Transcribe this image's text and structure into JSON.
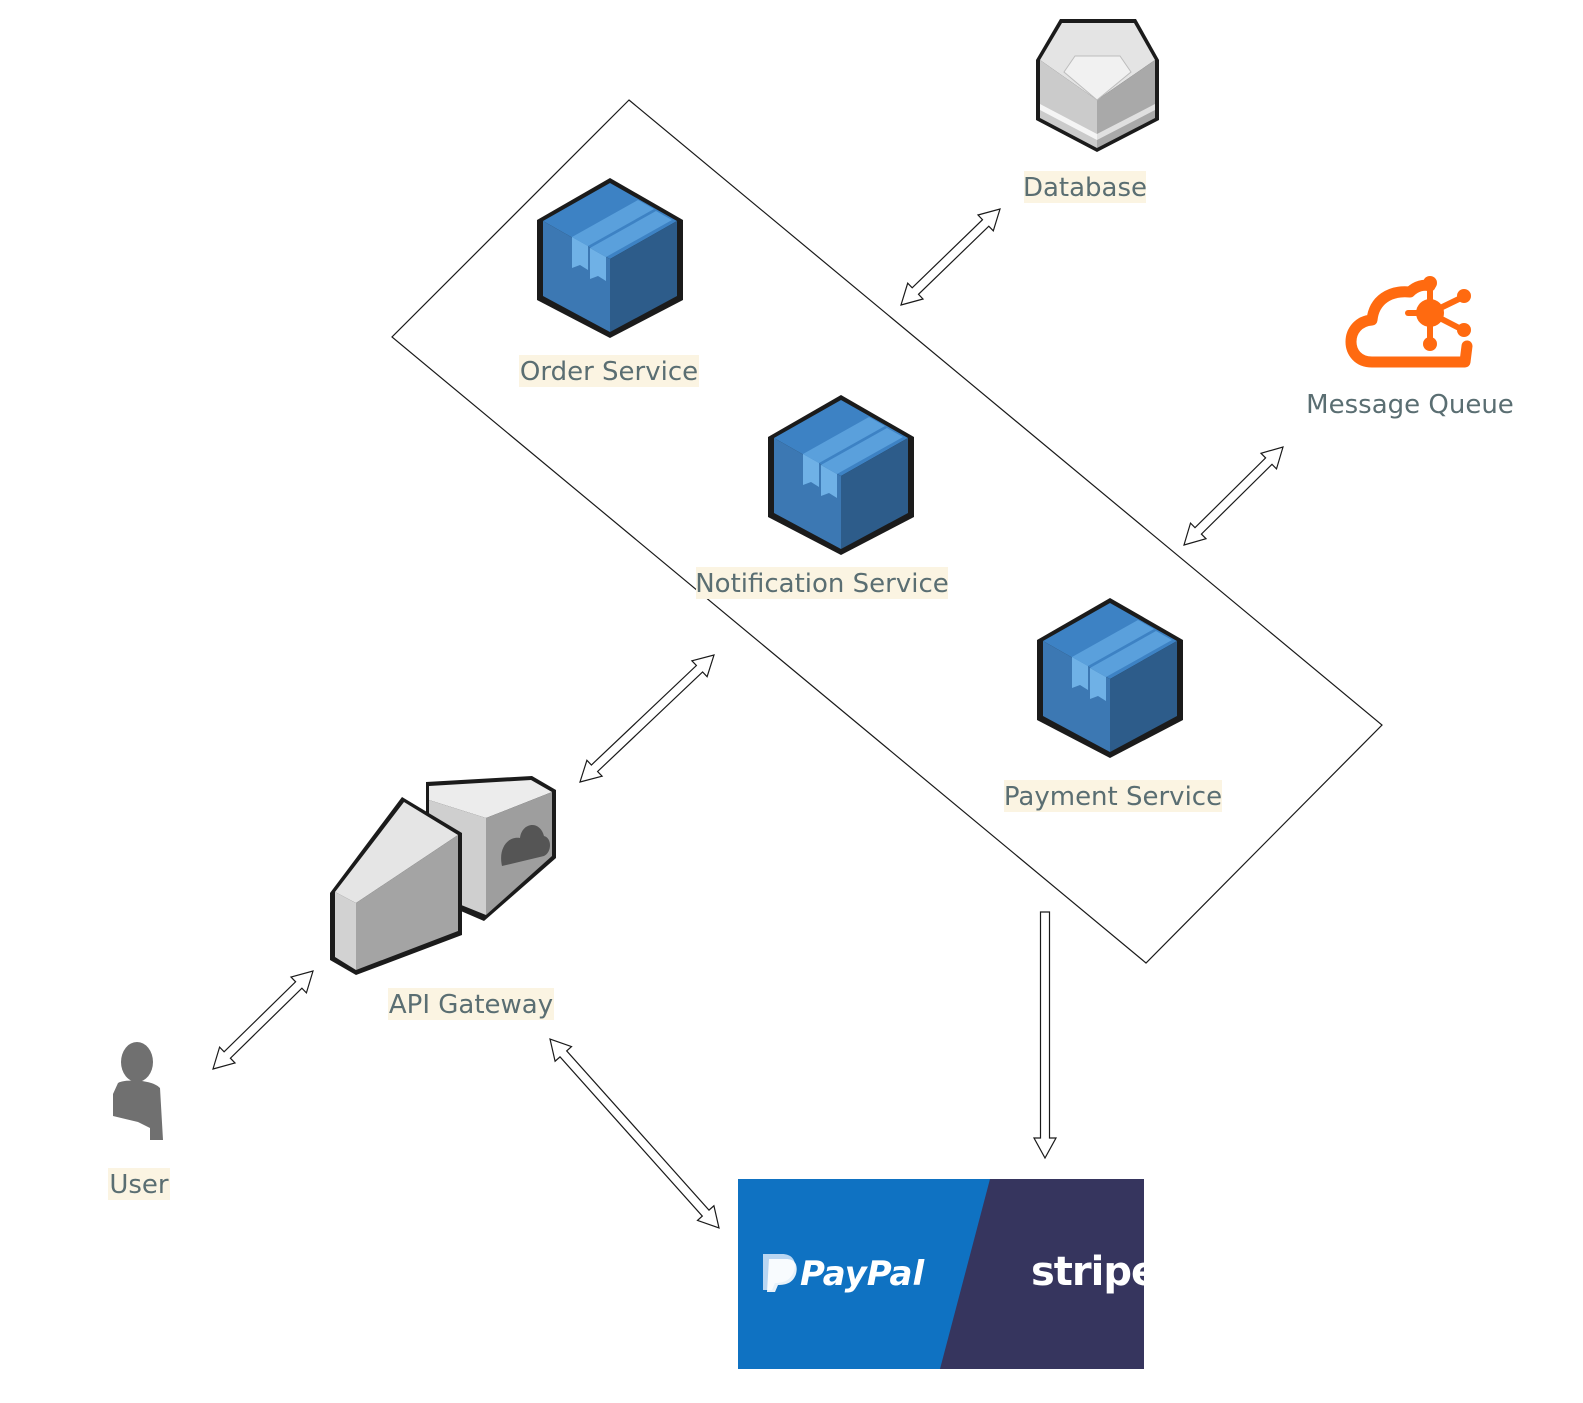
{
  "nodes": {
    "database": "Database",
    "message_queue": "Message Queue",
    "order_service": "Order Service",
    "notification_service": "Notification Service",
    "payment_service": "Payment Service",
    "api_gateway": "API Gateway",
    "user": "User"
  },
  "providers": {
    "paypal": "PayPal",
    "stripe": "stripe"
  },
  "colors": {
    "label_text": "#5a6e72",
    "label_bg": "#fbf4e2",
    "service_blue": "#3c7ab8",
    "queue_orange": "#ff6a10",
    "paypal_blue": "#0f72c2",
    "stripe_navy": "#36355e"
  }
}
